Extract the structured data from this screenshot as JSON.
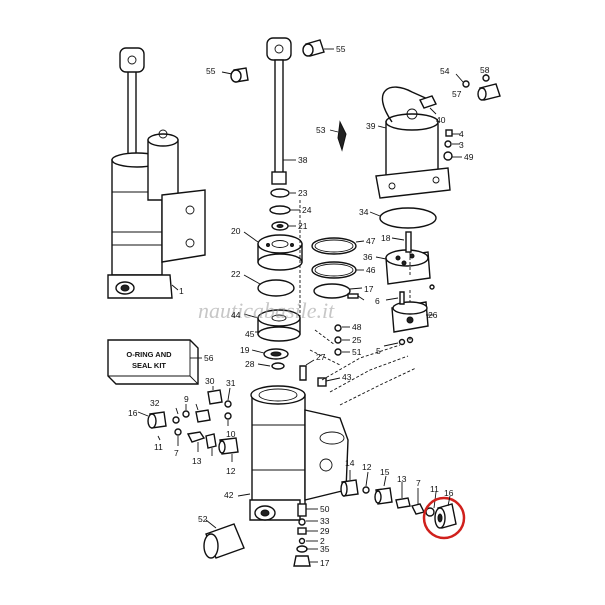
{
  "watermark": "nauticabasile.it",
  "kit_box": {
    "line1": "O-RING AND",
    "line2": "SEAL KIT"
  },
  "highlight_color": "#d0201c",
  "callouts": [
    {
      "id": "c1",
      "text": "1"
    },
    {
      "id": "c2",
      "text": "2"
    },
    {
      "id": "c3",
      "text": "3"
    },
    {
      "id": "c4",
      "text": "4"
    },
    {
      "id": "c5",
      "text": "5"
    },
    {
      "id": "c6",
      "text": "6"
    },
    {
      "id": "c7a",
      "text": "7"
    },
    {
      "id": "c7b",
      "text": "7"
    },
    {
      "id": "c9",
      "text": "9"
    },
    {
      "id": "c10",
      "text": "10"
    },
    {
      "id": "c11a",
      "text": "11"
    },
    {
      "id": "c11b",
      "text": "11"
    },
    {
      "id": "c12a",
      "text": "12"
    },
    {
      "id": "c12b",
      "text": "12"
    },
    {
      "id": "c13a",
      "text": "13"
    },
    {
      "id": "c13b",
      "text": "13"
    },
    {
      "id": "c14",
      "text": "14"
    },
    {
      "id": "c15",
      "text": "15"
    },
    {
      "id": "c16a",
      "text": "16"
    },
    {
      "id": "c16b",
      "text": "16"
    },
    {
      "id": "c17a",
      "text": "17"
    },
    {
      "id": "c17b",
      "text": "17"
    },
    {
      "id": "c18",
      "text": "18"
    },
    {
      "id": "c19",
      "text": "19"
    },
    {
      "id": "c20",
      "text": "20"
    },
    {
      "id": "c21",
      "text": "21"
    },
    {
      "id": "c22",
      "text": "22"
    },
    {
      "id": "c23",
      "text": "23"
    },
    {
      "id": "c24",
      "text": "24"
    },
    {
      "id": "c25",
      "text": "25"
    },
    {
      "id": "c26",
      "text": "26"
    },
    {
      "id": "c27",
      "text": "27"
    },
    {
      "id": "c28",
      "text": "28"
    },
    {
      "id": "c29",
      "text": "29"
    },
    {
      "id": "c30",
      "text": "30"
    },
    {
      "id": "c31",
      "text": "31"
    },
    {
      "id": "c32",
      "text": "32"
    },
    {
      "id": "c33",
      "text": "33"
    },
    {
      "id": "c34",
      "text": "34"
    },
    {
      "id": "c35",
      "text": "35"
    },
    {
      "id": "c36",
      "text": "36"
    },
    {
      "id": "c38",
      "text": "38"
    },
    {
      "id": "c39",
      "text": "39"
    },
    {
      "id": "c40",
      "text": "40"
    },
    {
      "id": "c42",
      "text": "42"
    },
    {
      "id": "c43",
      "text": "43"
    },
    {
      "id": "c44",
      "text": "44"
    },
    {
      "id": "c45",
      "text": "45"
    },
    {
      "id": "c46",
      "text": "46"
    },
    {
      "id": "c47",
      "text": "47"
    },
    {
      "id": "c48",
      "text": "48"
    },
    {
      "id": "c49",
      "text": "49"
    },
    {
      "id": "c50",
      "text": "50"
    },
    {
      "id": "c51",
      "text": "51"
    },
    {
      "id": "c52",
      "text": "52"
    },
    {
      "id": "c53",
      "text": "53"
    },
    {
      "id": "c54",
      "text": "54"
    },
    {
      "id": "c55a",
      "text": "55"
    },
    {
      "id": "c55b",
      "text": "55"
    },
    {
      "id": "c56",
      "text": "56"
    },
    {
      "id": "c57",
      "text": "57"
    },
    {
      "id": "c58",
      "text": "58"
    }
  ]
}
